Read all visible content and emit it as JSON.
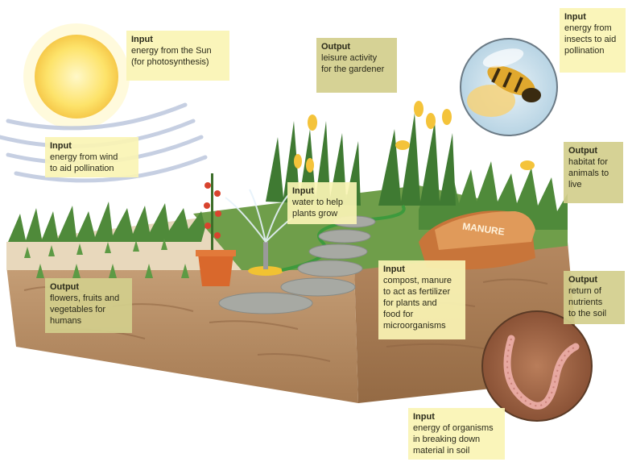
{
  "colors": {
    "input_box": "#faf4b4",
    "output_box": "#d2ce8c",
    "soil": "#b8916a",
    "grass": "#4f8a3a",
    "sun": "#fde36a",
    "manure_bag": "#d98a4a"
  },
  "icons": [
    "sun-icon",
    "wind-icon",
    "bee-icon",
    "worm-icon",
    "sprinkler-icon",
    "flower-pot-icon",
    "manure-bag-icon"
  ],
  "manure_bag_text": "MANURE",
  "labels": [
    {
      "kind": "Input",
      "text": "energy from the Sun\n(for photosynthesis)"
    },
    {
      "kind": "Output",
      "text": "leisure activity\nfor the gardener"
    },
    {
      "kind": "Input",
      "text": "energy from\ninsects to aid\npollination"
    },
    {
      "kind": "Input",
      "text": "energy from wind\nto aid pollination"
    },
    {
      "kind": "Output",
      "text": "habitat for\nanimals to\nlive"
    },
    {
      "kind": "Input",
      "text": "water to help\nplants grow"
    },
    {
      "kind": "Output",
      "text": "flowers, fruits and\nvegetables for\nhumans"
    },
    {
      "kind": "Input",
      "text": "compost, manure\nto act as fertilizer\nfor plants and\nfood for\nmicroorganisms"
    },
    {
      "kind": "Output",
      "text": "return of\nnutrients\nto the soil"
    },
    {
      "kind": "Input",
      "text": "energy of organisms\nin breaking down\nmaterial in soil"
    }
  ]
}
